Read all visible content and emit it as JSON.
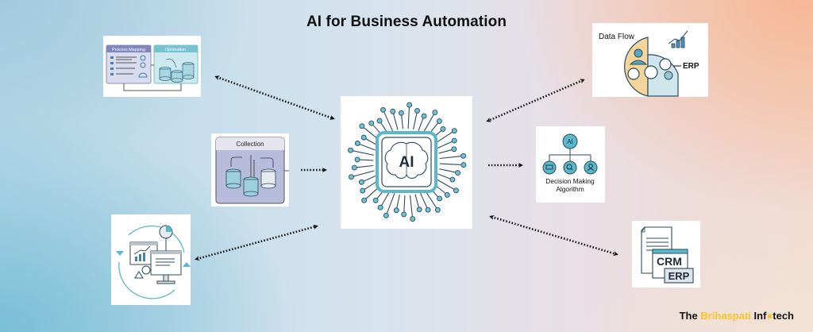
{
  "title": "AI for Business Automation",
  "colors": {
    "accent_teal": "#5ab8cc",
    "chip_border": "#4aa8c0",
    "brand_yellow": "#f5c52a",
    "panel_purple": "#b9bde0",
    "panel_teal": "#bfe4ea",
    "arrow": "#111111"
  },
  "nodes": {
    "process": {
      "left_label": "Process Mapping",
      "right_label": "Optimation",
      "icon": "process-optimization-icon"
    },
    "dataflow": {
      "title": "Data Flow",
      "erp_label": "ERP",
      "icon": "data-flow-erp-icon"
    },
    "collection": {
      "title": "Collection",
      "icon": "database-collection-icon"
    },
    "ai_core": {
      "label": "AI",
      "icon": "ai-brain-chip-icon"
    },
    "decision": {
      "top_label": "AI",
      "caption_line1": "Decision Making",
      "caption_line2": "Algorithm",
      "icon": "decision-tree-icon"
    },
    "monitor": {
      "icon": "analytics-monitor-cycle-icon"
    },
    "crm": {
      "crm_label": "CRM",
      "erp_label": "ERP",
      "icon": "crm-erp-documents-icon"
    }
  },
  "connections": [
    {
      "from": "process",
      "to": "ai_core",
      "type": "bidirectional"
    },
    {
      "from": "dataflow",
      "to": "ai_core",
      "type": "bidirectional"
    },
    {
      "from": "collection",
      "to": "ai_core",
      "type": "unidirectional"
    },
    {
      "from": "ai_core",
      "to": "decision",
      "type": "unidirectional"
    },
    {
      "from": "monitor",
      "to": "ai_core",
      "type": "bidirectional"
    },
    {
      "from": "crm",
      "to": "ai_core",
      "type": "bidirectional"
    }
  ],
  "brand": {
    "prefix": "The",
    "highlight": "Brihaspati",
    "suffix_a": "Inf",
    "suffix_b": "tech"
  }
}
